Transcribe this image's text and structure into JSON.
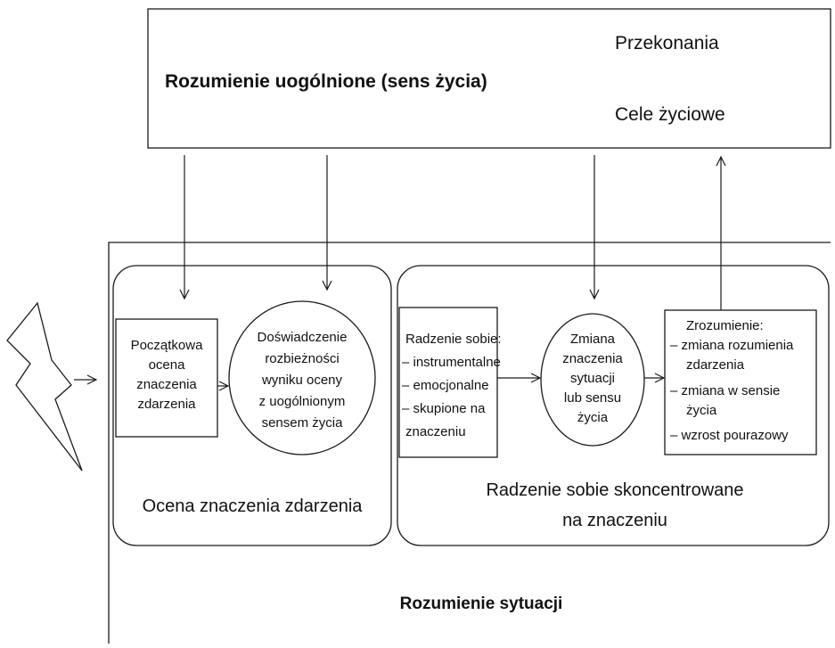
{
  "global_box": {
    "title": "Rozumienie uogólnione (sens życia)",
    "item_beliefs": "Przekonania",
    "item_goals": "Cele życiowe"
  },
  "situation_box": {
    "title": "Rozumienie sytuacji"
  },
  "appraisal_group": {
    "label": "Ocena znaczenia zdarzenia",
    "initial_appraisal": [
      "Początkowa",
      "ocena",
      "znaczenia",
      "zdarzenia"
    ],
    "discrepancy": [
      "Doświadczenie",
      "rozbieżności",
      "wyniku oceny",
      "z uogólnionym",
      "sensem życia"
    ]
  },
  "coping_group": {
    "label_line1": "Radzenie sobie skoncentrowane",
    "label_line2": "na znaczeniu",
    "coping_types": [
      "Radzenie sobie:",
      "– instrumentalne",
      "– emocjonalne",
      "– skupione na",
      "znaczeniu"
    ],
    "meaning_change": [
      "Zmiana",
      "znaczenia",
      "sytuacji",
      "lub sensu",
      "życia"
    ],
    "understanding": [
      "Zrozumienie:",
      "– zmiana rozumienia",
      "zdarzenia",
      "– zmiana w sensie",
      "życia",
      "– wzrost pourazowy"
    ]
  },
  "colors": {
    "line": "#1a1a1a",
    "background": "#ffffff"
  },
  "icons": {
    "stressor": "lightning-bolt-icon"
  }
}
